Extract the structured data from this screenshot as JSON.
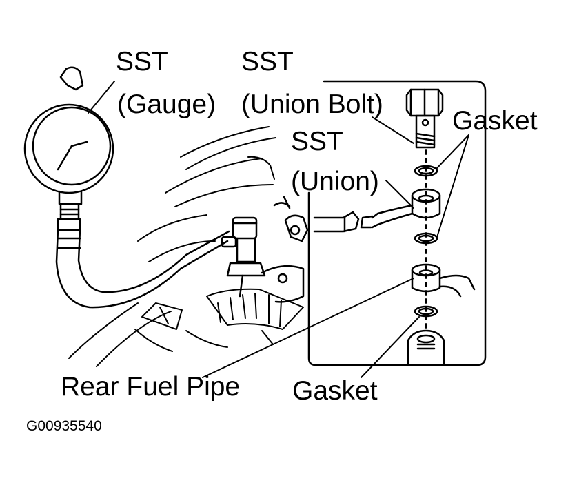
{
  "labels": {
    "sst_gauge_1": "SST",
    "sst_gauge_2": "(Gauge)",
    "sst_bolt_1": "SST",
    "sst_bolt_2": "(Union Bolt)",
    "sst_union_1": "SST",
    "sst_union_2": "(Union)",
    "gasket_top": "Gasket",
    "gasket_bottom": "Gasket",
    "rear_fuel_pipe": "Rear Fuel Pipe",
    "figure_id": "G00935540"
  },
  "colors": {
    "ink": "#000000",
    "paper": "#ffffff"
  }
}
